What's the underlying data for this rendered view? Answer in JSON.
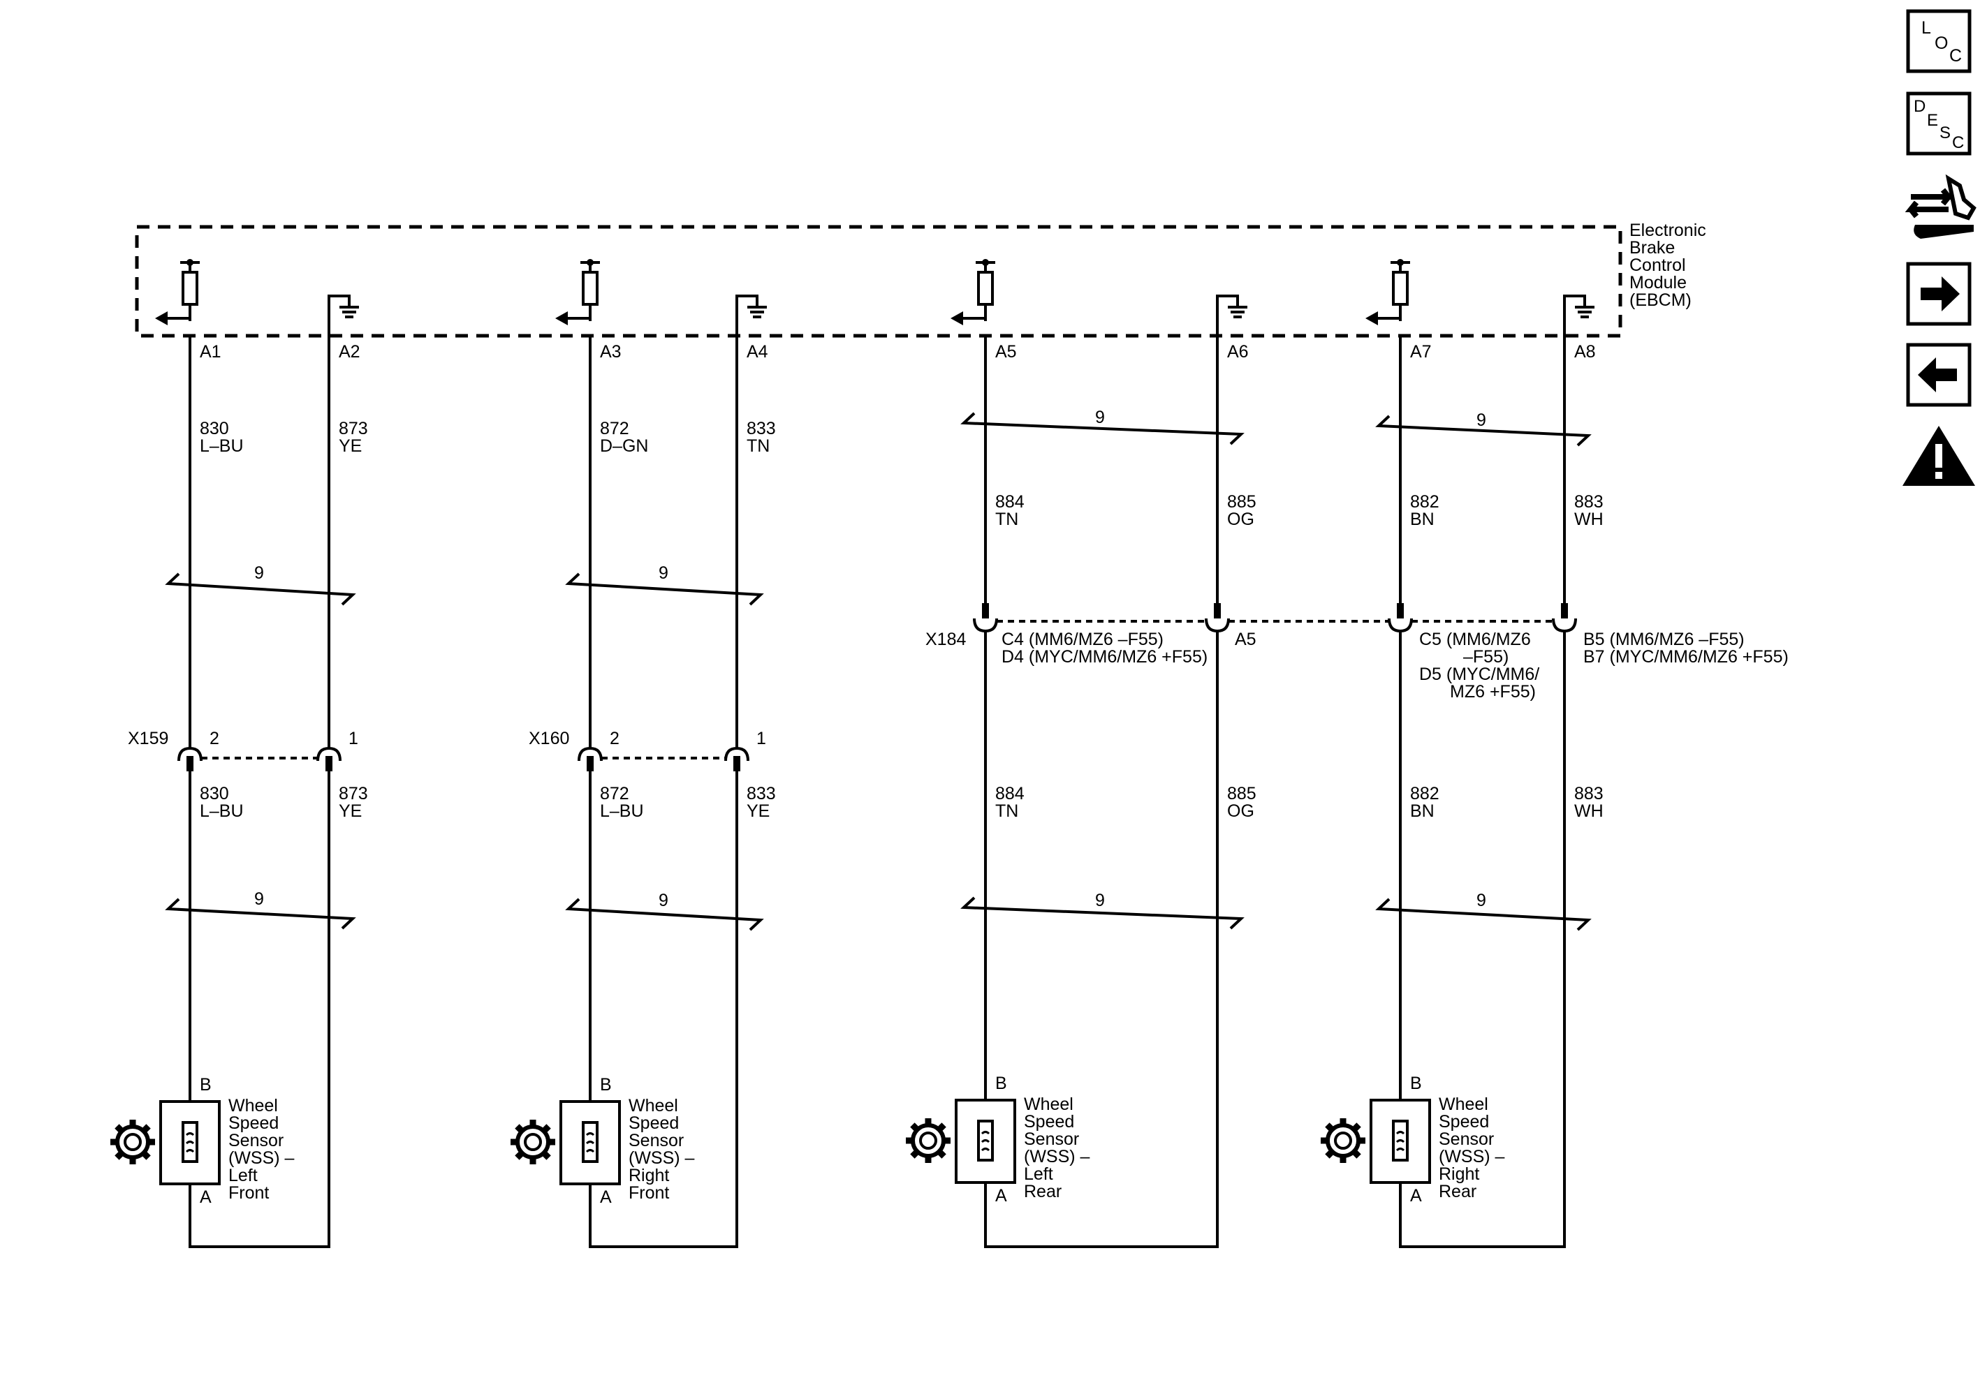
{
  "module": {
    "name_lines": [
      "Electronic",
      "Brake",
      "Control",
      "Module",
      "(EBCM)"
    ],
    "pins": [
      "A1",
      "A2",
      "A3",
      "A4",
      "A5",
      "A6",
      "A7",
      "A8"
    ]
  },
  "bundle_count": "9",
  "circuits": {
    "lf_sig": {
      "upper_num": "830",
      "upper_color": "L–BU",
      "lower_num": "830",
      "lower_color": "L–BU"
    },
    "lf_low": {
      "upper_num": "873",
      "upper_color": "YE",
      "lower_num": "873",
      "lower_color": "YE"
    },
    "rf_sig": {
      "upper_num": "872",
      "upper_color": "D–GN",
      "lower_num": "872",
      "lower_color": "L–BU"
    },
    "rf_low": {
      "upper_num": "833",
      "upper_color": "TN",
      "lower_num": "833",
      "lower_color": "YE"
    },
    "lr_sig": {
      "upper_num": "884",
      "upper_color": "TN",
      "lower_num": "884",
      "lower_color": "TN"
    },
    "lr_low": {
      "upper_num": "885",
      "upper_color": "OG",
      "lower_num": "885",
      "lower_color": "OG"
    },
    "rr_sig": {
      "upper_num": "882",
      "upper_color": "BN",
      "lower_num": "882",
      "lower_color": "BN"
    },
    "rr_low": {
      "upper_num": "883",
      "upper_color": "WH",
      "lower_num": "883",
      "lower_color": "WH"
    }
  },
  "connectors": {
    "x159": {
      "name": "X159",
      "pin_left": "2",
      "pin_right": "1"
    },
    "x160": {
      "name": "X160",
      "pin_left": "2",
      "pin_right": "1"
    },
    "x184": {
      "name": "X184",
      "lr_sig_lines": [
        "C4 (MM6/MZ6 –F55)",
        "D4 (MYC/MM6/MZ6 +F55)"
      ],
      "lr_low_pin": "A5",
      "rr_sig_lines": [
        "C5 (MM6/MZ6",
        "–F55)",
        "D5 (MYC/MM6/",
        "MZ6 +F55)"
      ],
      "rr_low_lines": [
        "B5 (MM6/MZ6 –F55)",
        "B7 (MYC/MM6/MZ6 +F55)"
      ]
    }
  },
  "sensors": [
    {
      "pin_top": "B",
      "pin_bottom": "A",
      "label_lines": [
        "Wheel",
        "Speed",
        "Sensor",
        "(WSS) –",
        "Left",
        "Front"
      ]
    },
    {
      "pin_top": "B",
      "pin_bottom": "A",
      "label_lines": [
        "Wheel",
        "Speed",
        "Sensor",
        "(WSS) –",
        "Right",
        "Front"
      ]
    },
    {
      "pin_top": "B",
      "pin_bottom": "A",
      "label_lines": [
        "Wheel",
        "Speed",
        "Sensor",
        "(WSS) –",
        "Left",
        "Rear"
      ]
    },
    {
      "pin_top": "B",
      "pin_bottom": "A",
      "label_lines": [
        "Wheel",
        "Speed",
        "Sensor",
        "(WSS) –",
        "Right",
        "Rear"
      ]
    }
  ],
  "sidebar": {
    "loc": {
      "l1": "L",
      "l2": "O",
      "l3": "C"
    },
    "desc": {
      "l1": "D",
      "l2": "E",
      "l3": "S",
      "l4": "C"
    },
    "icons": [
      "loc-icon",
      "desc-icon",
      "connector-info-icon",
      "next-arrow-icon",
      "previous-arrow-icon",
      "warning-icon"
    ]
  }
}
